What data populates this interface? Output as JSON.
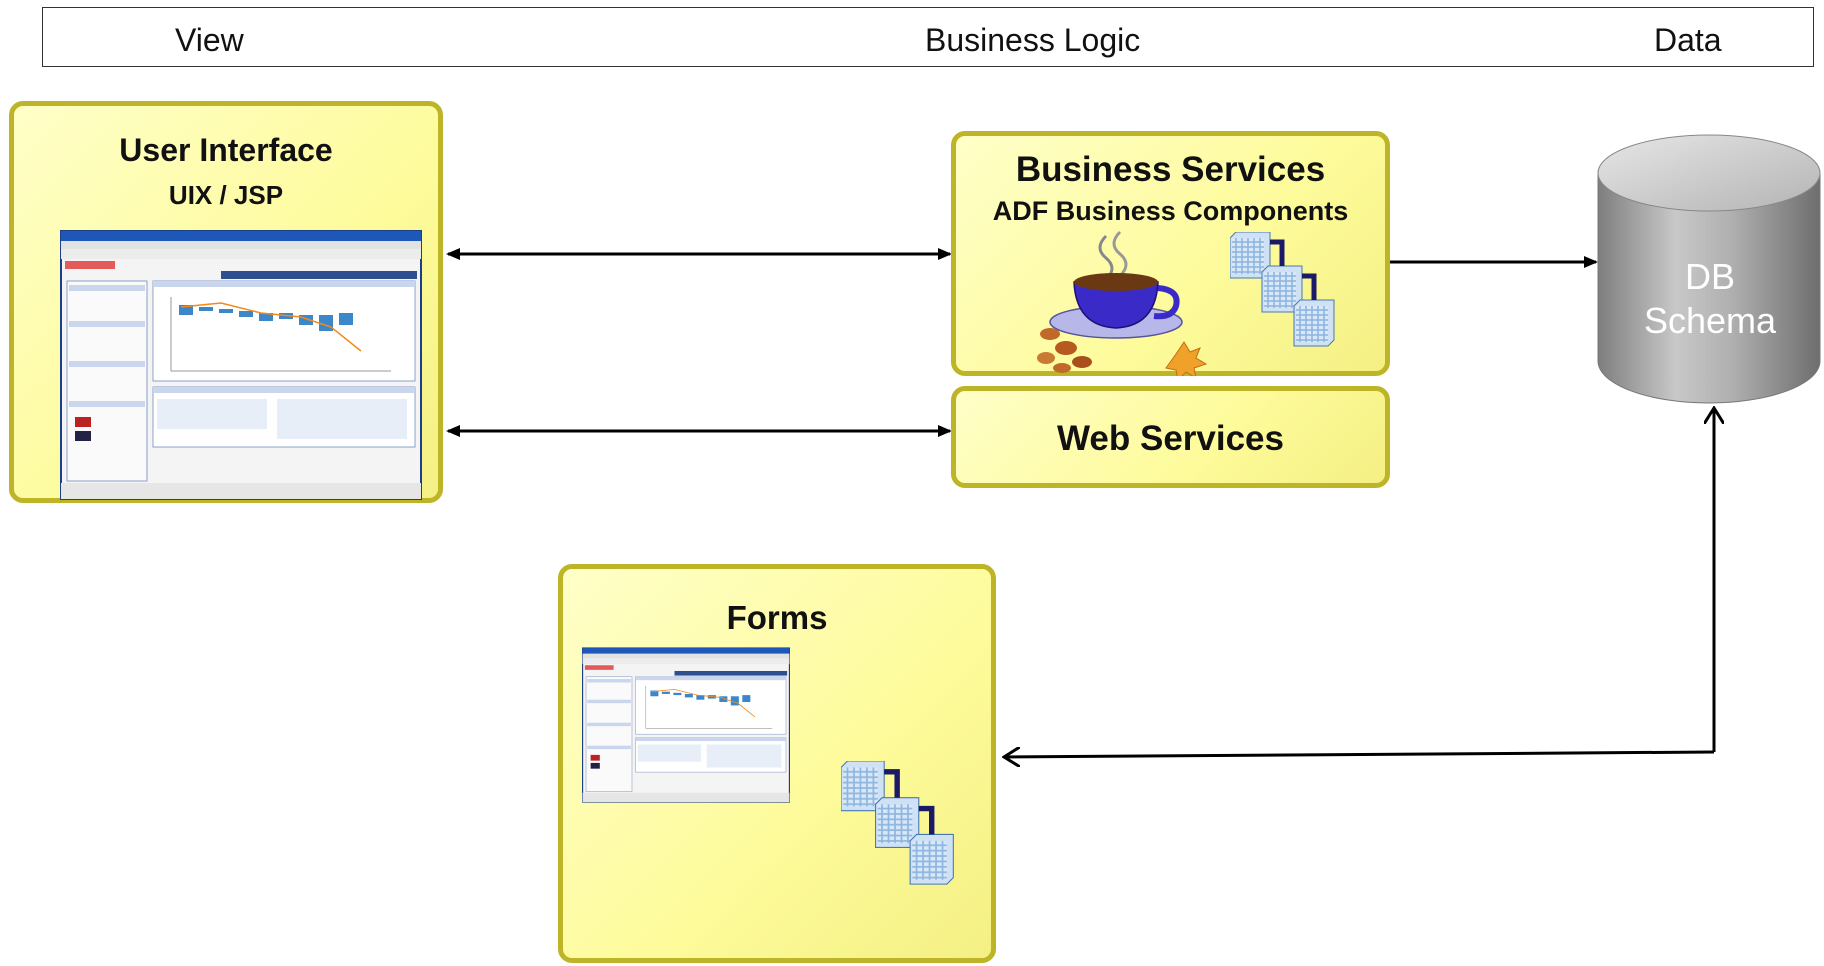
{
  "header": {
    "view_label": "View",
    "business_logic_label": "Business Logic",
    "data_label": "Data"
  },
  "user_interface": {
    "title": "User Interface",
    "subtitle": "UIX / JSP"
  },
  "business_services": {
    "title": "Business Services",
    "subtitle": "ADF Business Components"
  },
  "web_services": {
    "title": "Web Services"
  },
  "forms": {
    "title": "Forms"
  },
  "database": {
    "line1": "DB",
    "line2": "Schema"
  },
  "icons": {
    "screenshot": "app-screenshot-icon",
    "coffee": "coffee-cup-icon",
    "tables": "table-grid-icon",
    "cylinder": "database-cylinder-icon"
  },
  "colors": {
    "box_fill": "#fdfb9a",
    "box_border": "#bdb527",
    "cylinder": "#9a9a9a",
    "connector": "#1a1a66"
  }
}
